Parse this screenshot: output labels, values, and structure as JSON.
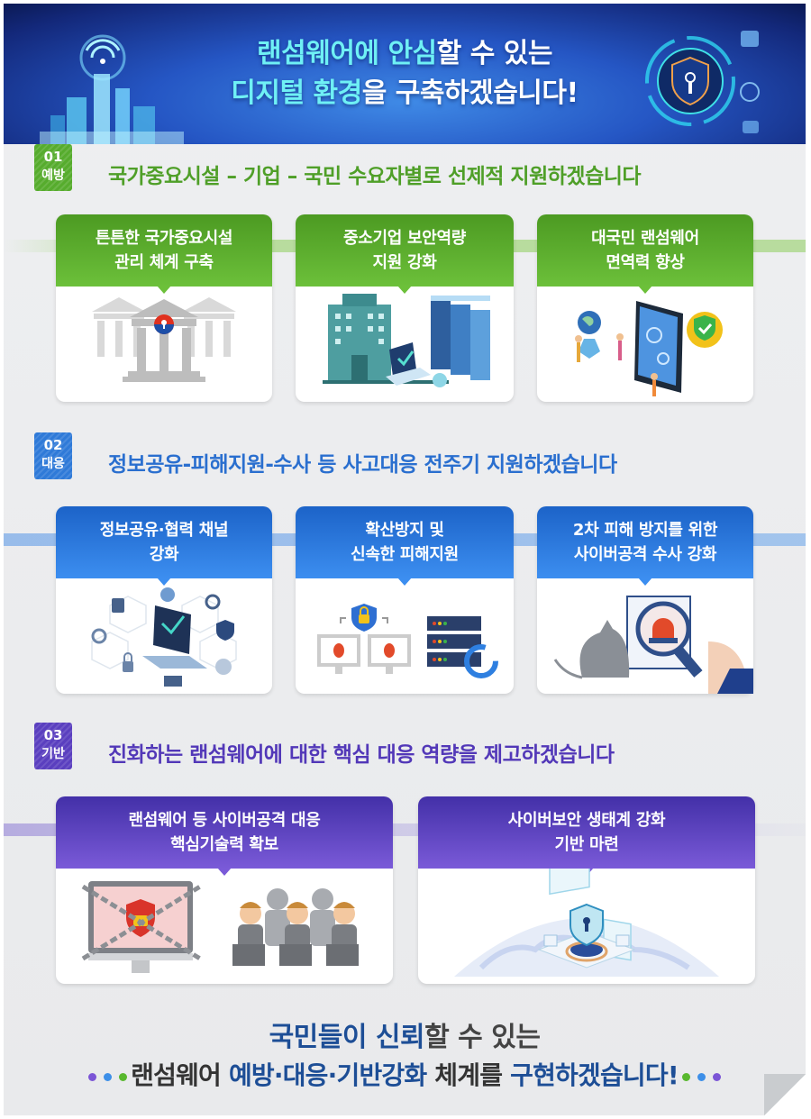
{
  "banner": {
    "line1_highlight_a": "랜섬웨어에 안심",
    "line1_rest": "할 수 있는",
    "line2_highlight_a": "디지털 환경",
    "line2_rest": "을 구축하겠습니다!"
  },
  "sections": [
    {
      "number": "01",
      "label": "예방",
      "title": "국가중요시설 – 기업 – 국민 수요자별로 선제적 지원하겠습니다",
      "color": "#56ac2d",
      "cards": [
        {
          "line1": "튼튼한 국가중요시설",
          "line2": "관리 체계 구축",
          "icon": "government-building-lock-icon"
        },
        {
          "line1": "중소기업 보안역량",
          "line2": "지원 강화",
          "icon": "office-server-icon"
        },
        {
          "line1": "대국민 랜섬웨어",
          "line2": "면역력 향상",
          "icon": "people-tablet-shield-icon"
        }
      ]
    },
    {
      "number": "02",
      "label": "대응",
      "title": "정보공유-피해지원-수사 등 사고대응 전주기 지원하겠습니다",
      "color": "#2f7ad8",
      "cards": [
        {
          "line1": "정보공유·협력 채널",
          "line2": "강화",
          "icon": "laptop-network-icon"
        },
        {
          "line1": "확산방지 및",
          "line2": "신속한 피해지원",
          "icon": "monitor-bug-server-icon"
        },
        {
          "line1": "2차 피해 방지를 위한",
          "line2": "사이버공격 수사 강화",
          "icon": "magnifier-investigation-icon"
        }
      ]
    },
    {
      "number": "03",
      "label": "기반",
      "title": "진화하는 랜섬웨어에 대한 핵심 대응 역량을 제고하겠습니다",
      "color": "#5a3fbf",
      "cards": [
        {
          "line1": "랜섬웨어 등 사이버공격 대응",
          "line2": "핵심기술력 확보",
          "icon": "locked-monitor-experts-icon"
        },
        {
          "line1": "사이버보안 생태계 강화",
          "line2": "기반 마련",
          "icon": "globe-shield-platform-icon"
        }
      ]
    }
  ],
  "footer": {
    "line1_highlight": "국민들이 신뢰",
    "line1_rest": "할 수 있는",
    "line2_a": "랜섬웨어 ",
    "line2_highlight_b": "예방·대응·기반강화",
    "line2_c": " 체계를 ",
    "line2_highlight_d": "구현하겠습니다!",
    "dot_colors": [
      "#7b55d6",
      "#3d8fe8",
      "#58b82e"
    ]
  }
}
